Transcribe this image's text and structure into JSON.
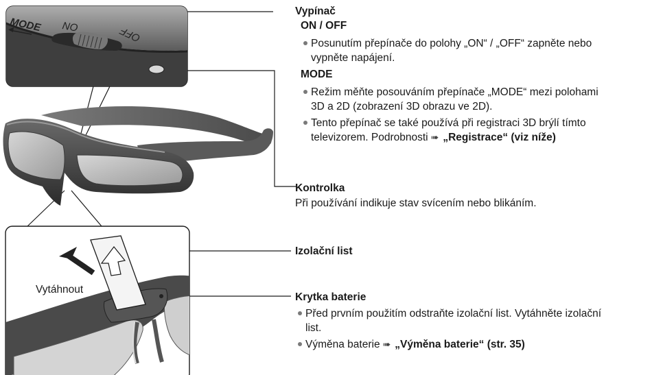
{
  "illustration": {
    "switch_labels": {
      "mode": "MODE",
      "on": "ON",
      "off": "OFF"
    },
    "pull_label": "Vytáhnout"
  },
  "switch_section": {
    "title": "Vypínač",
    "on_off": {
      "heading": "ON / OFF",
      "bullets": [
        [
          "Posunutím přepínače do polohy „ON“ / „OFF“ zapněte nebo",
          "vypněte napájení."
        ]
      ]
    },
    "mode": {
      "heading": "MODE",
      "bullets": [
        [
          "Režim měňte posouváním přepínače „MODE“ mezi polohami",
          "3D a 2D (zobrazení 3D obrazu ve 2D)."
        ],
        [
          "Tento přepínač se také používá při registraci 3D brýlí tímto",
          "televizorem. Podrobnosti"
        ]
      ],
      "reference": "„Registrace“ (viz níže)"
    }
  },
  "indicator_section": {
    "title": "Kontrolka",
    "text": "Při používání indikuje stav svícením nebo blikáním."
  },
  "insulation_section": {
    "title": "Izolační list"
  },
  "battery_section": {
    "title": "Krytka baterie",
    "bullets": [
      [
        "Před prvním použitím odstraňte izolační list. Vytáhněte izolační",
        "list."
      ]
    ],
    "replace_text": "Výměna baterie",
    "replace_reference": "„Výměna baterie“ (str. 35)"
  }
}
